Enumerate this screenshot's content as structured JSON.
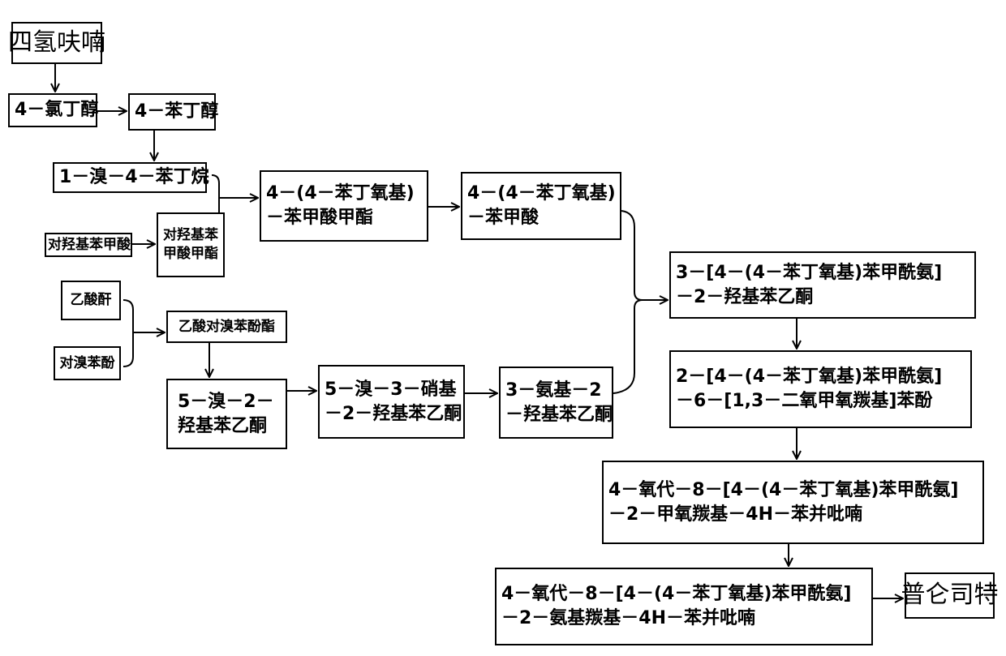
{
  "title": "普仑司特合成路线",
  "nodes": {
    "thf": [
      "四氢呋喃"
    ],
    "chlorobutanol": [
      "4－氯丁醇"
    ],
    "phenylbutanol": [
      "4－苯丁醇"
    ],
    "bromophenylbutane": [
      "1－溴－4－苯丁烷"
    ],
    "hydroxybenzoic_acid": [
      "对羟基苯甲酸"
    ],
    "methyl_hydroxybenzoate": [
      "对羟基苯",
      "甲酸甲酯"
    ],
    "methyl_ester": [
      "4－(4－苯丁氧基)",
      "－苯甲酸甲酯"
    ],
    "benzoic_acid": [
      "4－(4－苯丁氧基)",
      "－苯甲酸"
    ],
    "amide_ketone": [
      "3－[4－(4－苯丁氧基)苯甲酰氨]",
      "－2－羟基苯乙酮"
    ],
    "amide_phenol": [
      "2－[4－(4－苯丁氧基)苯甲酰氨]",
      "－6－[1,3－二氧甲氧羰基]苯酚"
    ],
    "methoxycarbonyl_chromone": [
      "4－氧代－8－[4－(4－苯丁氧基)苯甲酰氨]",
      "－2－甲氧羰基－4H－苯并吡喃"
    ],
    "aminocarbonyl_chromone": [
      "4－氧代－8－[4－(4－苯丁氧基)苯甲酰氨]",
      "－2－氨基羰基－4H－苯并吡喃"
    ],
    "pranlukast": [
      "普仑司特"
    ],
    "acetic_anhydride": [
      "乙酸酐"
    ],
    "bromophenol": [
      "对溴苯酚"
    ],
    "bromophenyl_acetate": [
      "乙酸对溴苯酚酯"
    ],
    "bromo_hydroxyacetophenone": [
      "5－溴－2－",
      "羟基苯乙酮"
    ],
    "bromo_nitro": [
      "5－溴－3－硝基",
      "－2－羟基苯乙酮"
    ],
    "amino_hydroxyacetophenone": [
      "3－氨基－2",
      "－羟基苯乙酮"
    ]
  }
}
